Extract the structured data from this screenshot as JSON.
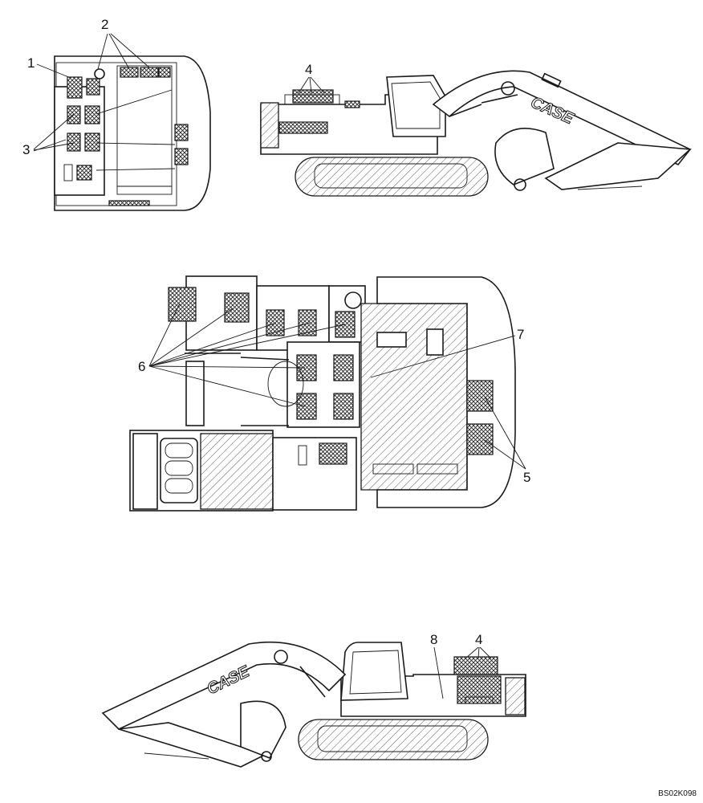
{
  "callouts": {
    "c1": "1",
    "c2": "2",
    "c3": "3",
    "c4_top": "4",
    "c5": "5",
    "c6": "6",
    "c7": "7",
    "c8": "8",
    "c4_bottom": "4"
  },
  "brand": {
    "boom_text_right": "CASE",
    "boom_text_left": "CASE"
  },
  "reference_code": "BS02K098",
  "colors": {
    "line": "#1a1a1a",
    "background": "#ffffff"
  }
}
